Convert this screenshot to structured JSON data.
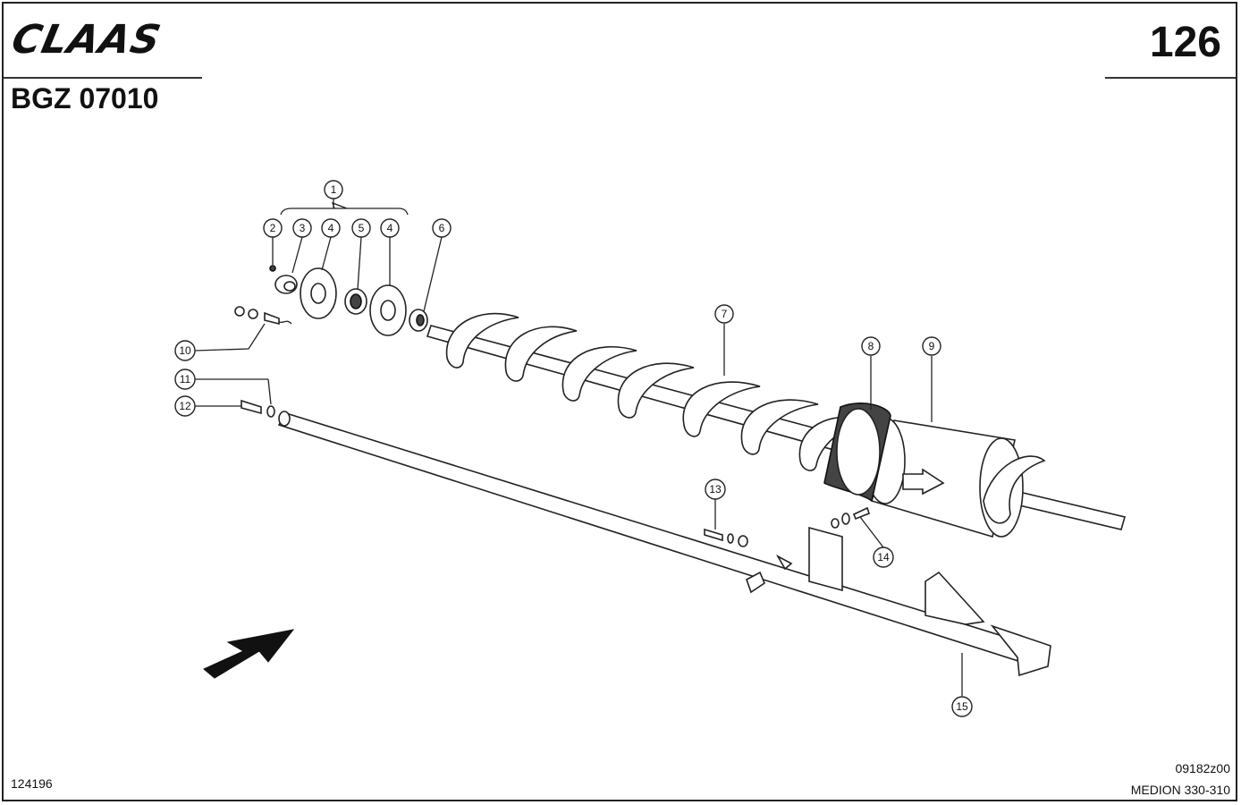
{
  "header": {
    "brand": "CLAAS",
    "doc_code": "BGZ 07010",
    "page_number": "126"
  },
  "footer": {
    "left_code": "124196",
    "right_code": "09182z00",
    "model": "MEDION 330-310"
  },
  "callouts": [
    "1",
    "2",
    "3",
    "4",
    "5",
    "4",
    "6",
    "7",
    "8",
    "9",
    "10",
    "11",
    "12",
    "13",
    "14",
    "15"
  ]
}
